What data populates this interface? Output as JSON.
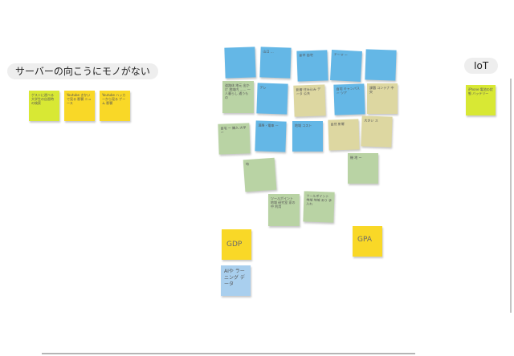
{
  "colors": {
    "blue": "#64b7e6",
    "green": "#b9d3a4",
    "tan": "#ddd7a1",
    "yellow": "#f9d827",
    "lime": "#d8e834",
    "lightblue": "#a9cfee"
  },
  "board": {
    "group_label_left": "サーバーの向こうにモノがない",
    "group_label_right": "IoT",
    "notes_left": [
      {
        "text": "ゲストに遊べる 大学生の自習時 の検索"
      },
      {
        "text": "Youtube きかいで見る 影響 ニュース"
      },
      {
        "text": "Youtube ハッカーから見る ゲーム 影響"
      }
    ],
    "note_right": {
      "text": "iPhone 電池の状態 バッテリー"
    },
    "notes_center": [
      {
        "text": ""
      },
      {
        "text": "山口 …"
      },
      {
        "text": "新平 自宅"
      },
      {
        "text": "テーマ ー"
      },
      {
        "text": ""
      },
      {
        "text": "道路体 地元 出かけ 地域内 …… 一人暮らし 通うもの"
      },
      {
        "text": "テレ"
      },
      {
        "text": "影響 住み込み データ 公共"
      },
      {
        "text": "自宅 キャンパス ー ツア"
      },
      {
        "text": "課題 コンテナ 中央"
      },
      {
        "text": "自宅 ー 購入 大学 ー"
      },
      {
        "text": "道路・電車 ー"
      },
      {
        "text": "地域 コスト"
      },
      {
        "text": "自然 影響"
      },
      {
        "text": "大きい ス"
      },
      {
        "text": "地"
      },
      {
        "text": "機 地 ー"
      },
      {
        "text": "ツールポイント 地域 研究室 家の中 利用"
      },
      {
        "text": "ツールポイント 地域 地域 あり 手入れ"
      },
      {
        "text": "GDP"
      },
      {
        "text": "GPA"
      },
      {
        "text": "AIや ラーニング データ"
      }
    ]
  }
}
